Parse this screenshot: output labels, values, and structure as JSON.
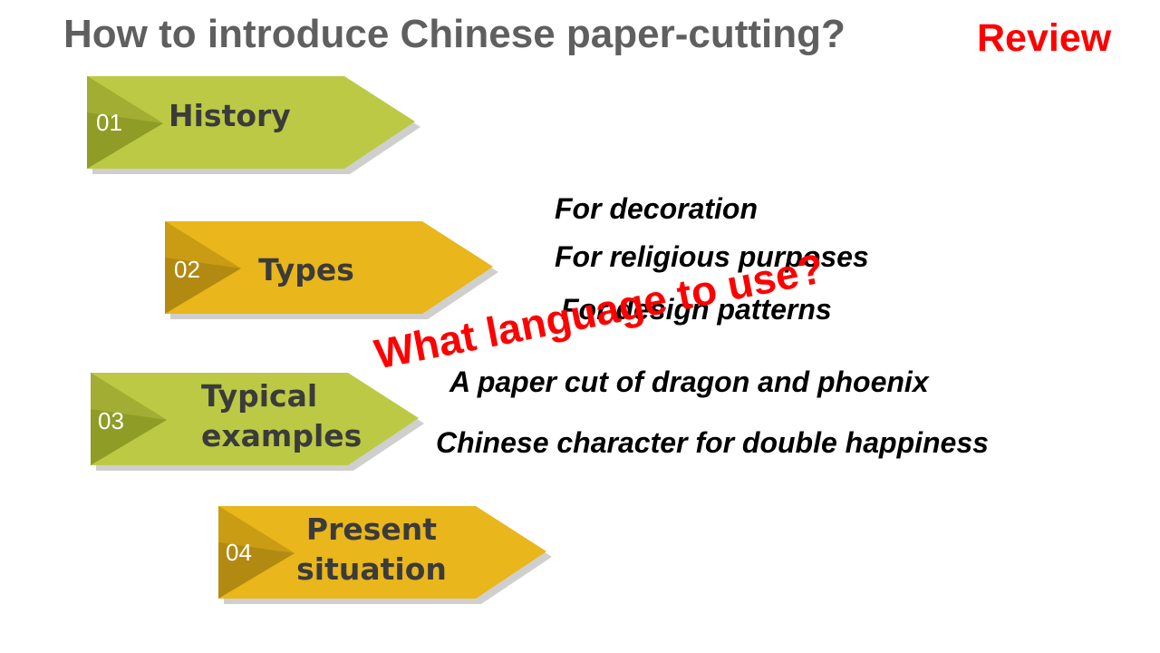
{
  "slide": {
    "title": "How to introduce Chinese paper-cutting?",
    "review_label": "Review",
    "overlay_question": "What language to use?"
  },
  "steps": [
    {
      "number": "01",
      "label_lines": [
        "History"
      ],
      "color": "#bcc944"
    },
    {
      "number": "02",
      "label_lines": [
        "Types"
      ],
      "color": "#e9b61b"
    },
    {
      "number": "03",
      "label_lines": [
        "Typical",
        "examples"
      ],
      "color": "#bcc944"
    },
    {
      "number": "04",
      "label_lines": [
        "Present",
        "situation"
      ],
      "color": "#e9b61b"
    }
  ],
  "types_list": [
    "For decoration",
    "For religious purposes",
    "For design patterns"
  ],
  "examples_list": [
    "A paper cut of dragon and phoenix",
    "Chinese character for double happiness"
  ],
  "colors": {
    "title_gray": "#5f5f5f",
    "accent_red": "#ff0000",
    "green_body": "#bcc944",
    "green_notch": "#8f9c26",
    "gold_body": "#e9b61b",
    "gold_notch": "#b28a12",
    "shadow": "#cfcfcf"
  }
}
